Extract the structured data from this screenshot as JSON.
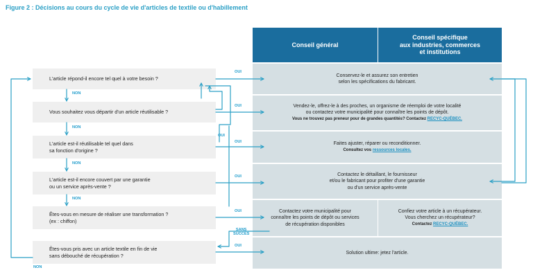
{
  "title": "Figure 2 : Décisions au cours du cycle de vie d'articles de textile ou d'habillement",
  "headers": {
    "general": "Conseil général",
    "specific_1": "Conseil spécifique",
    "specific_2": "aux industries, commerces",
    "specific_3": "et institutions"
  },
  "questions": [
    {
      "l1": "L'article répond-il encore tel quel à votre besoin ?",
      "l2": ""
    },
    {
      "l1": "Vous souhaitez vous départir d'un article réutilisable ?",
      "l2": ""
    },
    {
      "l1": "L'article est-il réutilisable tel quel dans",
      "l2": "sa fonction d'origine ?"
    },
    {
      "l1": "L'article est-il encore couvert par une garantie",
      "l2": "ou un service après-vente ?"
    },
    {
      "l1": "Êtes-vous en mesure de réaliser une transformation ?",
      "l2": "(ex : chiffon)"
    },
    {
      "l1": "Êtes-vous pris avec un article textile en fin de vie",
      "l2": "sans débouché de récupération ?"
    }
  ],
  "answers": {
    "a1": {
      "l1": "Conservez-le et assurez son entretien",
      "l2": "selon les spécifications du fabricant."
    },
    "a2": {
      "l1": "Vendez-le, offrez-le à des proches, un organisme de réemploi de votre localité",
      "l2": "ou contactez votre municipalité pour connaître les points de dépôt.",
      "note": "Vous ne trouvez pas preneur pour de grandes quantités? Contactez ",
      "note_link": "RECYC-QUÉBEC."
    },
    "a3": {
      "l1": "Faites ajuster, réparer ou reconditionner.",
      "note": "Consultez vos ",
      "note_link": "ressources locales."
    },
    "a4": {
      "l1": "Contactez le détaillant, le fournisseur",
      "l2": "et/ou le fabricant pour profiter d'une garantie",
      "l3": "ou d'un service après-vente"
    },
    "a5_general": {
      "l1": "Contactez votre municipalité pour",
      "l2": "connaître les points de dépôt ou services",
      "l3": "de récupération disponibles"
    },
    "a5_specific": {
      "l1": "Confiez votre article à un récupérateur.",
      "l2": "Vous cherchez un récupérateur?",
      "note": "Contactez ",
      "note_link": "RECYC-QUÉBEC."
    },
    "a6": {
      "l1": "Solution ultime: jetez l'article."
    }
  },
  "labels": {
    "oui": "OUI",
    "non": "NON",
    "sans": "SANS",
    "succes": "SUCCÈS"
  },
  "colors": {
    "accent": "#2a9fc5",
    "header": "#1a6d9e",
    "answer_bg": "#d5dfe3",
    "question_bg": "#efefef"
  }
}
